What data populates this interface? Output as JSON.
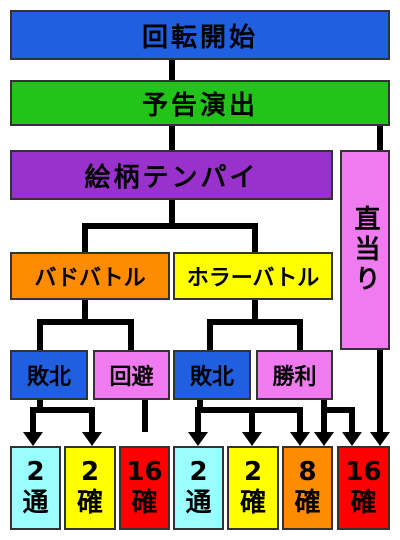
{
  "colors": {
    "blue": "#1f5fe0",
    "green": "#22c41a",
    "purple": "#9932cc",
    "pink": "#f07af0",
    "orange": "#ff8c00",
    "yellow": "#ffff00",
    "red": "#ff0000",
    "cyan": "#99ffff",
    "line": "#000000"
  },
  "nodes": {
    "start": "回転開始",
    "notice": "予告演出",
    "reach": "絵柄テンパイ",
    "direct": "直当り",
    "bad_battle": "バドバトル",
    "horror_battle": "ホラーバトル",
    "defeat_left": "敗北",
    "avoid": "回避",
    "defeat_right": "敗北",
    "victory": "勝利"
  },
  "results": [
    {
      "num": "2",
      "label": "通"
    },
    {
      "num": "2",
      "label": "確"
    },
    {
      "num": "16",
      "label": "確"
    },
    {
      "num": "2",
      "label": "通"
    },
    {
      "num": "2",
      "label": "確"
    },
    {
      "num": "8",
      "label": "確"
    },
    {
      "num": "16",
      "label": "確"
    }
  ]
}
